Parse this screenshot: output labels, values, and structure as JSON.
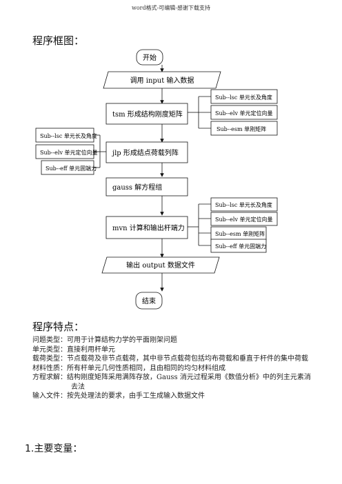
{
  "header": "word格式-可编辑-感谢下载支持",
  "section1_title": "程序框图：",
  "flow": {
    "start": "开始",
    "input": "调用 input 输入数据",
    "tsm": "tsm  形成结构刚度矩阵",
    "jlp": "jlp  形成结点荷载列阵",
    "gauss": "gauss  解方程组",
    "mvn": "mvn  计算和输出杆端力",
    "output": "输出 output 数据文件",
    "end": "结束",
    "tsm_subs": [
      "Sub--lsc  单元长及角度",
      "Sub--elv  单元定位向量",
      "Sub--esm  单刚矩阵"
    ],
    "jlp_subs": [
      "Sub--lsc  单元长及角度",
      "Sub--elv  单元定位向量",
      "Sub--eff  单元固端力"
    ],
    "mvn_subs": [
      "Sub--lsc  单元长及角度",
      "Sub--elv  单元定位向量",
      "Sub--esm  单刚矩阵",
      "Sub--eff  单元固端力"
    ]
  },
  "section2_title": "程序特点：",
  "features": [
    "问题类型：可用于计算结构力学的平面刚架问题",
    "单元类型：直接利用杆单元",
    "载荷类型：节点载荷及非节点载荷，其中非节点载荷包括均布荷载和垂直于杆件的集中荷载",
    "材料性质：所有杆单元几何性质相同，且由相同的均匀材料组成",
    "方程求解：结构刚度矩阵采用满阵存放，Gauss 消元过程采用《数值分析》中的列主元素消",
    "去法",
    "输入文件：按先处理法的要求，由手工生成输入数据文件"
  ],
  "section3_title": "1.主要变量："
}
